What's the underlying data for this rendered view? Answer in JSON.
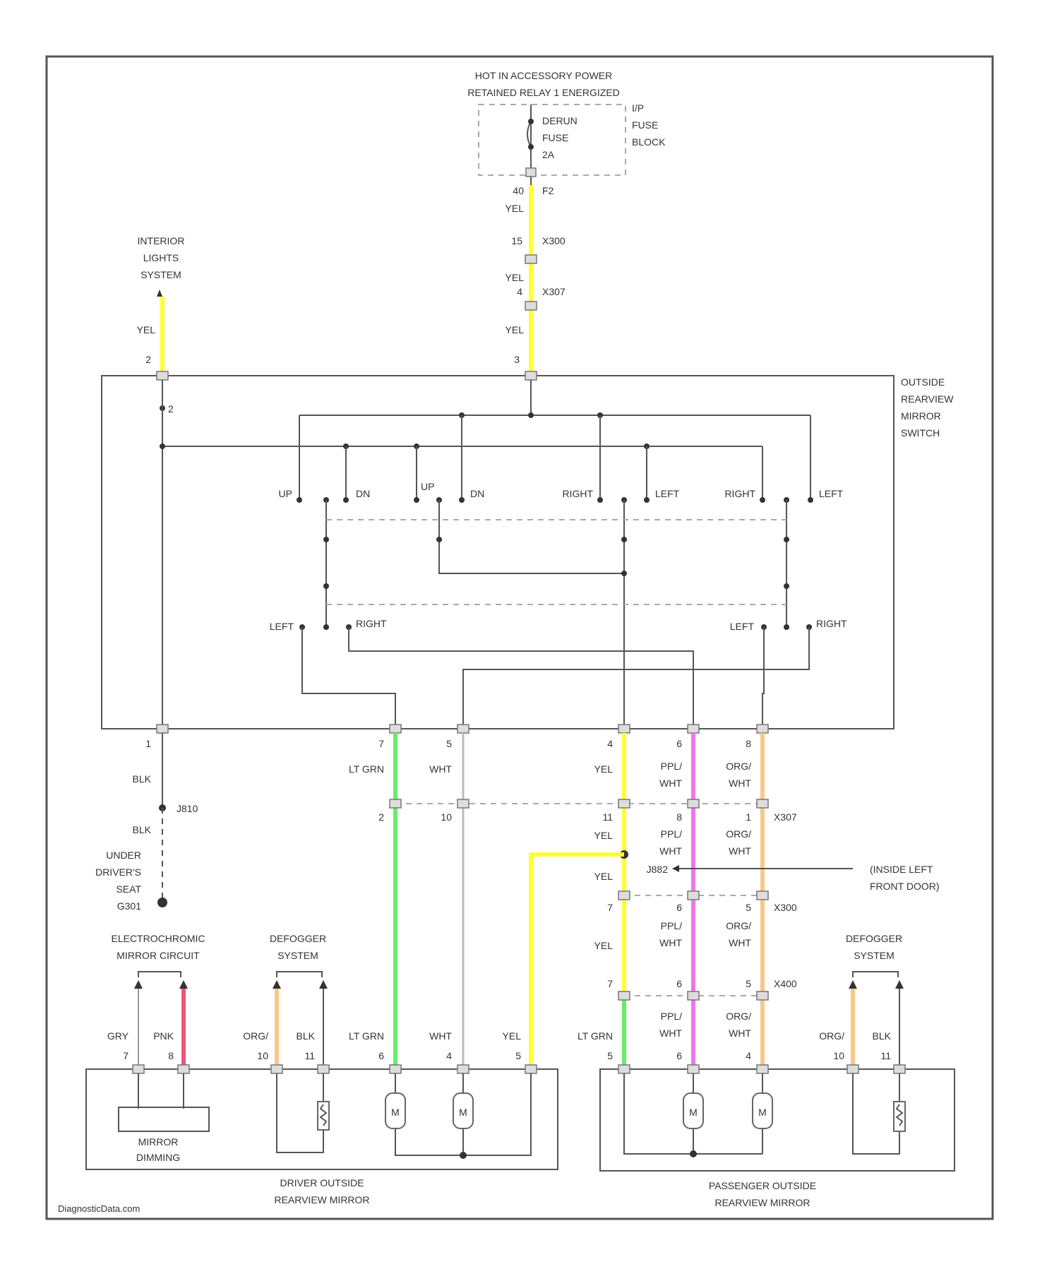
{
  "power": {
    "line1": "HOT IN ACCESSORY POWER",
    "line2": "RETAINED RELAY 1 ENERGIZED",
    "fuse_l1": "DERUN",
    "fuse_l2": "FUSE",
    "fuse_l3": "2A",
    "ip1": "I/P",
    "ip2": "FUSE",
    "ip3": "BLOCK",
    "pin_top": "40",
    "conn_top": "F2",
    "c1_pin": "15",
    "c1_name": "X300",
    "c2_pin": "4",
    "c2_name": "X307"
  },
  "interior": {
    "l1": "INTERIOR",
    "l2": "LIGHTS",
    "l3": "SYSTEM"
  },
  "switch": {
    "l1": "OUTSIDE",
    "l2": "REARVIEW",
    "l3": "MIRROR",
    "l4": "SWITCH",
    "pin_left": "2",
    "pin_mid": "3",
    "pin_inner": "2",
    "labels": {
      "up1": "UP",
      "dn1": "DN",
      "up2": "UP",
      "dn2": "DN",
      "right1": "RIGHT",
      "left1": "LEFT",
      "right2": "RIGHT",
      "left2": "LEFT",
      "left3": "LEFT",
      "right3": "RIGHT",
      "left4": "LEFT",
      "right4": "RIGHT"
    },
    "bottom_pins": [
      "1",
      "7",
      "5",
      "4",
      "6",
      "8"
    ]
  },
  "wires": {
    "yel": "YEL",
    "blk": "BLK",
    "lt_grn": "LT GRN",
    "wht": "WHT",
    "ppl": "PPL/",
    "org": "ORG/",
    "gry": "GRY",
    "pnk": "PNK"
  },
  "ground": {
    "splice": "J810",
    "l1": "UNDER",
    "l2": "DRIVER'S",
    "l3": "SEAT",
    "l4": "G301"
  },
  "inline": {
    "row1_pins": [
      "2",
      "10",
      "11",
      "8",
      "1"
    ],
    "row1_name": "X307",
    "splice": "J882",
    "door1": "(INSIDE LEFT",
    "door2": "FRONT DOOR)",
    "row2_pins": [
      "7",
      "6",
      "5"
    ],
    "row2_name": "X300",
    "row3_pins": [
      "7",
      "6",
      "5"
    ],
    "row3_name": "X400"
  },
  "driver": {
    "elec1": "ELECTROCHROMIC",
    "elec2": "MIRROR CIRCUIT",
    "def1": "DEFOGGER",
    "def2": "SYSTEM",
    "pins": [
      "7",
      "8",
      "10",
      "11",
      "6",
      "4",
      "5"
    ],
    "dim1": "MIRROR",
    "dim2": "DIMMING",
    "name1": "DRIVER OUTSIDE",
    "name2": "REARVIEW MIRROR",
    "motor": "M"
  },
  "passenger": {
    "def1": "DEFOGGER",
    "def2": "SYSTEM",
    "pins": [
      "5",
      "6",
      "4",
      "10",
      "11"
    ],
    "name1": "PASSENGER OUTSIDE",
    "name2": "REARVIEW MIRROR",
    "motor": "M"
  },
  "watermark": "DiagnosticData.com",
  "colors": {
    "yel": "#ffff33",
    "lt_grn": "#66ee66",
    "ppl_wht": "#ee77ee",
    "org_wht": "#f6c98a",
    "pnk": "#ee5577",
    "wire": "#555555"
  }
}
